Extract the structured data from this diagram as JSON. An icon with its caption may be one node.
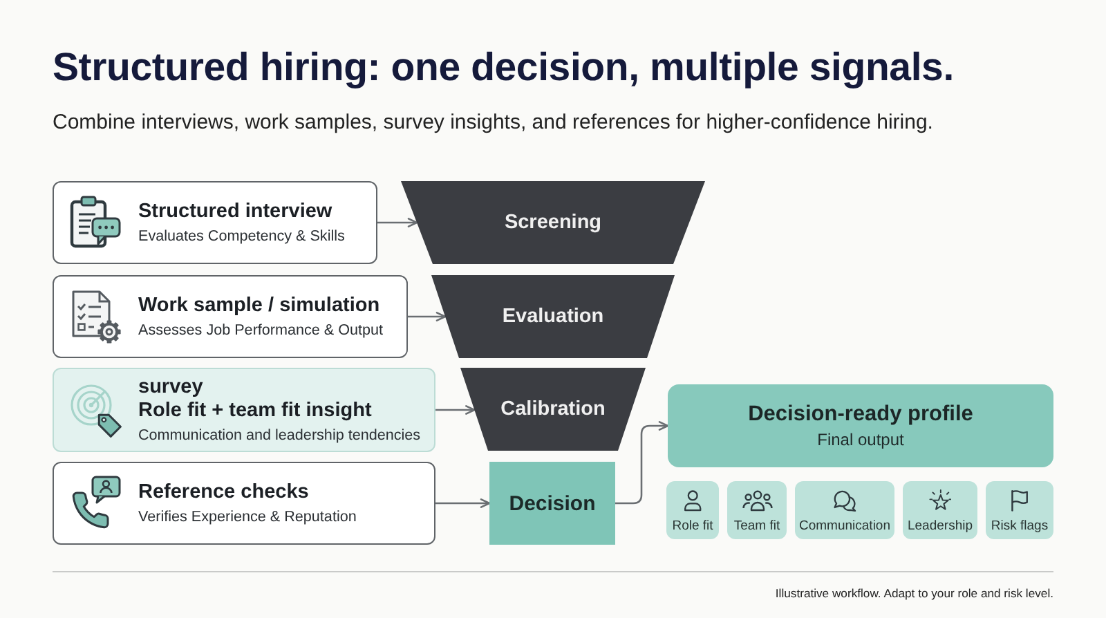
{
  "diagram": {
    "title": "Structured hiring: one decision, multiple signals.",
    "nodes": [
      {
        "text": [
          "Structured interview",
          "Evaluates Competency & Skills"
        ]
      },
      {
        "text": [
          "Work sample / simulation",
          "Assesses Job Performance & Output"
        ]
      },
      {
        "text": [
          "survey",
          "Role fit + team fit insight",
          "Communication and leadership tendencies"
        ]
      },
      {
        "text": [
          "Reference checks",
          "Verifies Experience & Reputation"
        ]
      },
      {
        "text": [
          "Screening"
        ]
      },
      {
        "text": [
          "Evaluation"
        ]
      },
      {
        "text": [
          "Calibration"
        ]
      },
      {
        "text": [
          "Decision"
        ]
      },
      {
        "text": [
          "Decision-ready profile",
          "Final output"
        ]
      },
      {
        "text": [
          "Role fit"
        ]
      },
      {
        "text": [
          "Team fit"
        ]
      },
      {
        "text": [
          "Communication"
        ]
      },
      {
        "text": [
          "Leadership"
        ]
      },
      {
        "text": [
          "Risk flags"
        ]
      }
    ],
    "edges": [
      {
        "from": 0,
        "to": 4,
        "arrow": "to"
      },
      {
        "from": 1,
        "to": 5,
        "arrow": "to"
      },
      {
        "from": 2,
        "to": 6,
        "arrow": "to"
      },
      {
        "from": 3,
        "to": 7,
        "arrow": "to"
      },
      {
        "from": 7,
        "to": 8,
        "arrow": "to"
      }
    ],
    "labels": [
      "Combine interviews, work samples, survey insights, and references for higher-confidence hiring.",
      "Illustrative workflow. Adapt to your role and risk level."
    ]
  }
}
